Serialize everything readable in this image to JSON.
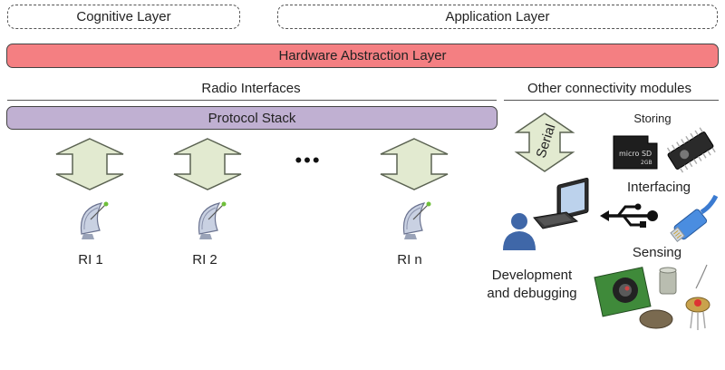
{
  "layers": {
    "cognitive": "Cognitive Layer",
    "application": "Application Layer",
    "hal": "Hardware Abstraction Layer"
  },
  "radio": {
    "heading": "Radio Interfaces",
    "protocol_stack": "Protocol Stack",
    "ellipsis": "•••",
    "interfaces": [
      "RI 1",
      "RI 2",
      "RI n"
    ]
  },
  "connectivity": {
    "heading": "Other connectivity modules",
    "serial": "Serial",
    "storing": "Storing",
    "interfacing": "Interfacing",
    "sensing": "Sensing",
    "dev_line1": "Development",
    "dev_line2": "and debugging",
    "microsd_label": "micro SD",
    "microsd_size": "2GB"
  },
  "colors": {
    "hal_fill": "#f47f82",
    "protocol_fill": "#c0b0d2",
    "arrow_fill": "#e2ead0",
    "arrow_stroke": "#5b6352"
  }
}
